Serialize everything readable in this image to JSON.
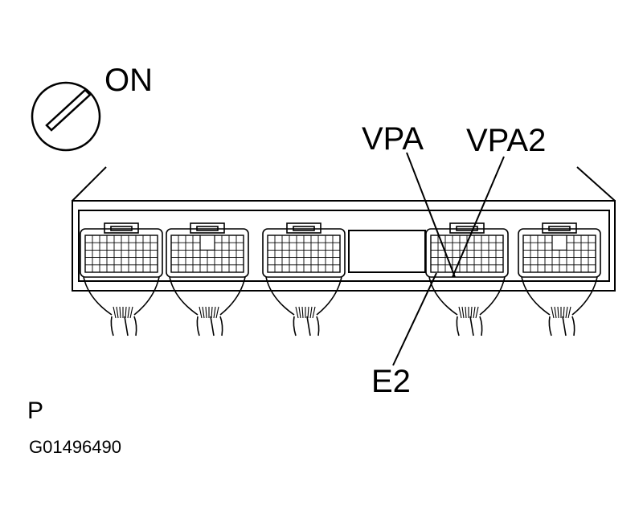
{
  "labels": {
    "ignition": "ON",
    "vpa": "VPA",
    "vpa2": "VPA2",
    "e2": "E2",
    "letter": "P",
    "figure_id": "G01496490"
  },
  "connectors": [
    {
      "id": "connector-1",
      "center_gap": false
    },
    {
      "id": "connector-2",
      "center_gap": true
    },
    {
      "id": "connector-3",
      "center_gap": false
    },
    {
      "id": "connector-4",
      "center_gap": false
    },
    {
      "id": "connector-5",
      "center_gap": true
    }
  ],
  "colors": {
    "stroke": "#000000",
    "background": "#ffffff"
  }
}
